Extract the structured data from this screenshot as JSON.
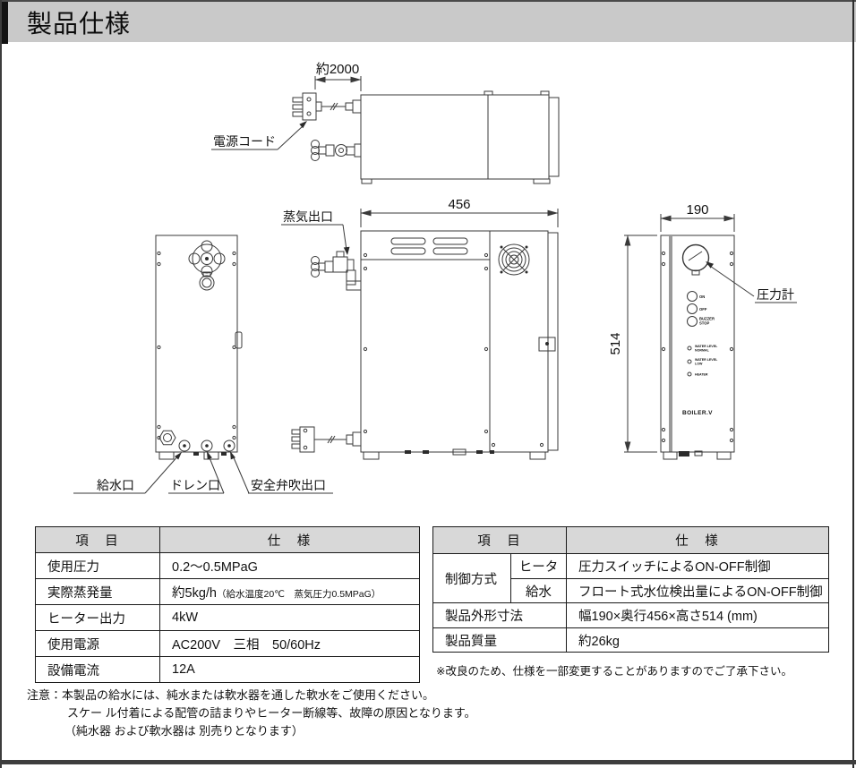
{
  "title": "製品仕様",
  "colors": {
    "title_bar_bg": "#c9c9c9",
    "table_header_bg": "#d8d8d8",
    "drawing_line": "#3a3a3a"
  },
  "diagram": {
    "top_view": {
      "dim_cord_length": "約2000",
      "power_cord_label": "電源コード"
    },
    "rear_view": {
      "water_inlet_label": "給水口",
      "drain_label": "ドレン口",
      "safety_valve_label": "安全弁吹出口"
    },
    "side_view": {
      "steam_outlet_label": "蒸気出口",
      "dim_depth": "456"
    },
    "front_view": {
      "dim_width": "190",
      "dim_height": "514",
      "pressure_gauge_label": "圧力計",
      "buttons": [
        {
          "line1": "ON",
          "line2": ""
        },
        {
          "line1": "OFF",
          "line2": ""
        },
        {
          "line1": "BUZZER",
          "line2": "STOP"
        }
      ],
      "lamps": [
        {
          "line1": "WATER LEVEL",
          "line2": "NORMAL"
        },
        {
          "line1": "WATER LEVEL",
          "line2": "LOW"
        },
        {
          "line1": "HEATER",
          "line2": ""
        }
      ],
      "brand": "BOILER.V"
    }
  },
  "spec_table_left": {
    "header": {
      "item": "項　目",
      "spec": "仕　様"
    },
    "rows": [
      {
        "item": "使用圧力",
        "spec": "0.2〜0.5MPaG",
        "note": ""
      },
      {
        "item": "実際蒸発量",
        "spec": "約5kg/h",
        "note": "（給水温度20℃　蒸気圧力0.5MPaG）"
      },
      {
        "item": "ヒーター出力",
        "spec": "4kW",
        "note": ""
      },
      {
        "item": "使用電源",
        "spec": "AC200V　三相　50/60Hz",
        "note": ""
      },
      {
        "item": "設備電流",
        "spec": "12A",
        "note": ""
      }
    ]
  },
  "spec_table_right": {
    "header": {
      "item": "項　目",
      "spec": "仕　様"
    },
    "control_label": "制御方式",
    "control_rows": [
      {
        "sub": "ヒータ",
        "spec": "圧力スイッチによるON-OFF制御"
      },
      {
        "sub": "給水",
        "spec": "フロート式水位検出量によるON-OFF制御"
      }
    ],
    "rows": [
      {
        "item": "製品外形寸法",
        "spec": "幅190×奥行456×高さ514 (mm)"
      },
      {
        "item": "製品質量",
        "spec": "約26kg"
      }
    ],
    "footnote": "※改良のため、仕様を一部変更することがありますのでご了承下さい。"
  },
  "caution": {
    "line1": "注意：本製品の給水には、純水または軟水器を通した軟水をご使用ください。",
    "line2": "スケー ル付着による配管の詰まりやヒーター断線等、故障の原因となります。",
    "line3": "（純水器 および軟水器は 別売りとなります）"
  }
}
